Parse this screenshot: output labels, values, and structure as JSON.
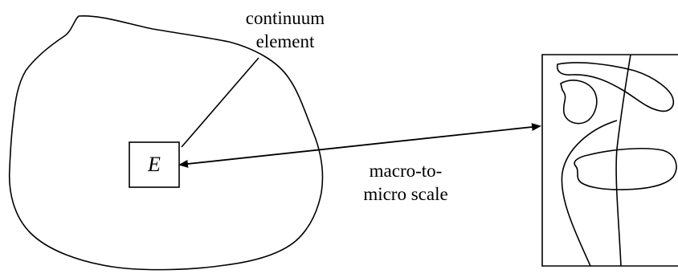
{
  "labels": {
    "continuum_line1": "continuum",
    "continuum_line2": "element",
    "element_symbol": "E",
    "scale_line1": "macro-to-",
    "scale_line2": "micro scale"
  },
  "colors": {
    "stroke": "#000000",
    "background": "#ffffff"
  }
}
